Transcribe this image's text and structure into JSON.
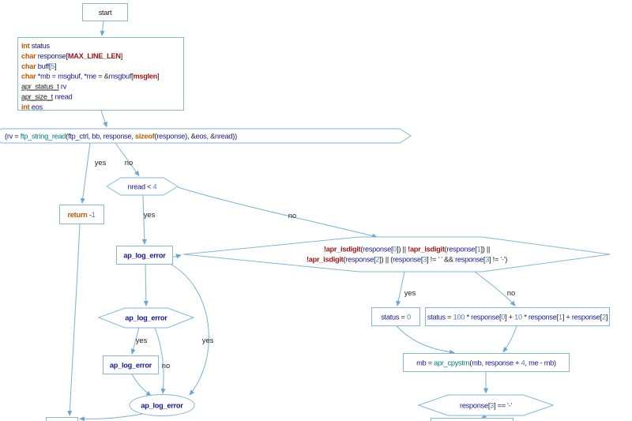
{
  "diagram": {
    "type": "control-flow-graph",
    "colors": {
      "background": "#ffffff",
      "edge": "#7cb0d8",
      "node_border": "#86b6da",
      "keyword": "#c05a00",
      "macro": "#9c1515",
      "variable": "#17178f",
      "function": "#007a7a",
      "number": "#4a7ec2",
      "string": "#a21ca2",
      "plain_text": "#1b1b1b"
    },
    "nodes": {
      "start": {
        "shape": "box",
        "lines": [
          [
            {
              "t": "start",
              "c": "plain"
            }
          ]
        ]
      },
      "declarations": {
        "shape": "box",
        "lines": [
          [
            {
              "t": "int",
              "c": "kw"
            },
            {
              "t": " ",
              "c": "plain"
            },
            {
              "t": "status",
              "c": "var"
            }
          ],
          [
            {
              "t": "char",
              "c": "kw"
            },
            {
              "t": " ",
              "c": "plain"
            },
            {
              "t": "response",
              "c": "var"
            },
            {
              "t": "[",
              "c": "plain"
            },
            {
              "t": "MAX_LINE_LEN",
              "c": "macro"
            },
            {
              "t": "]",
              "c": "plain"
            }
          ],
          [
            {
              "t": "char",
              "c": "kw"
            },
            {
              "t": " ",
              "c": "plain"
            },
            {
              "t": "buff",
              "c": "var"
            },
            {
              "t": "[",
              "c": "plain"
            },
            {
              "t": "5",
              "c": "num"
            },
            {
              "t": "]",
              "c": "plain"
            }
          ],
          [
            {
              "t": "char",
              "c": "kw"
            },
            {
              "t": " *",
              "c": "plain"
            },
            {
              "t": "mb",
              "c": "var"
            },
            {
              "t": " = ",
              "c": "plain"
            },
            {
              "t": "msgbuf",
              "c": "var"
            },
            {
              "t": ", *",
              "c": "plain"
            },
            {
              "t": "me",
              "c": "var"
            },
            {
              "t": " = &",
              "c": "plain"
            },
            {
              "t": "msgbuf",
              "c": "var"
            },
            {
              "t": "[",
              "c": "plain"
            },
            {
              "t": "msglen",
              "c": "macro"
            },
            {
              "t": "]",
              "c": "plain"
            }
          ],
          [
            {
              "t": "apr_status_t",
              "c": "type"
            },
            {
              "t": " ",
              "c": "plain"
            },
            {
              "t": "rv",
              "c": "var"
            }
          ],
          [
            {
              "t": "apr_size_t",
              "c": "type"
            },
            {
              "t": " ",
              "c": "plain"
            },
            {
              "t": "nread",
              "c": "var"
            }
          ],
          [
            {
              "t": "int",
              "c": "kw"
            },
            {
              "t": " ",
              "c": "plain"
            },
            {
              "t": "eos",
              "c": "var"
            }
          ]
        ]
      },
      "read_condition": {
        "shape": "hexagon",
        "lines": [
          [
            {
              "t": "(",
              "c": "plain"
            },
            {
              "t": "rv",
              "c": "var"
            },
            {
              "t": " = ",
              "c": "plain"
            },
            {
              "t": "ftp_string_read",
              "c": "fn"
            },
            {
              "t": "(",
              "c": "plain"
            },
            {
              "t": "ftp_ctrl",
              "c": "var"
            },
            {
              "t": ", ",
              "c": "plain"
            },
            {
              "t": "bb",
              "c": "var"
            },
            {
              "t": ", ",
              "c": "plain"
            },
            {
              "t": "response",
              "c": "var"
            },
            {
              "t": ", ",
              "c": "plain"
            },
            {
              "t": "sizeof",
              "c": "kw"
            },
            {
              "t": "(",
              "c": "plain"
            },
            {
              "t": "response",
              "c": "var"
            },
            {
              "t": "), &",
              "c": "plain"
            },
            {
              "t": "eos",
              "c": "var"
            },
            {
              "t": ", &",
              "c": "plain"
            },
            {
              "t": "nread",
              "c": "var"
            },
            {
              "t": "))",
              "c": "plain"
            }
          ]
        ]
      },
      "nread_check": {
        "shape": "diamond",
        "lines": [
          [
            {
              "t": "nread",
              "c": "var"
            },
            {
              "t": " < ",
              "c": "plain"
            },
            {
              "t": "4",
              "c": "num"
            }
          ]
        ]
      },
      "return_neg1": {
        "shape": "box",
        "lines": [
          [
            {
              "t": "return",
              "c": "kw"
            },
            {
              "t": " -",
              "c": "plain"
            },
            {
              "t": "1",
              "c": "num"
            }
          ]
        ]
      },
      "log_error_1": {
        "shape": "box",
        "lines": [
          [
            {
              "t": "ap_log_error",
              "c": "nodefn"
            }
          ]
        ]
      },
      "digit_check": {
        "shape": "diamond",
        "lines": [
          [
            {
              "t": "!apr_isdigit",
              "c": "macro"
            },
            {
              "t": "(",
              "c": "plain"
            },
            {
              "t": "response",
              "c": "var"
            },
            {
              "t": "[",
              "c": "plain"
            },
            {
              "t": "0",
              "c": "num"
            },
            {
              "t": "]) || ",
              "c": "plain"
            },
            {
              "t": "!apr_isdigit",
              "c": "macro"
            },
            {
              "t": "(",
              "c": "plain"
            },
            {
              "t": "response",
              "c": "var"
            },
            {
              "t": "[",
              "c": "plain"
            },
            {
              "t": "1",
              "c": "num"
            },
            {
              "t": "]) ||",
              "c": "plain"
            }
          ],
          [
            {
              "t": "!apr_isdigit",
              "c": "macro"
            },
            {
              "t": "(",
              "c": "plain"
            },
            {
              "t": "response",
              "c": "var"
            },
            {
              "t": "[",
              "c": "plain"
            },
            {
              "t": "2",
              "c": "num"
            },
            {
              "t": "]) || (",
              "c": "plain"
            },
            {
              "t": "response",
              "c": "var"
            },
            {
              "t": "[",
              "c": "plain"
            },
            {
              "t": "3",
              "c": "num"
            },
            {
              "t": "] != ",
              "c": "plain"
            },
            {
              "t": "' '",
              "c": "str"
            },
            {
              "t": " && ",
              "c": "plain"
            },
            {
              "t": "response",
              "c": "var"
            },
            {
              "t": "[",
              "c": "plain"
            },
            {
              "t": "3",
              "c": "num"
            },
            {
              "t": "] != ",
              "c": "plain"
            },
            {
              "t": "'-'",
              "c": "str"
            },
            {
              "t": ")",
              "c": "plain"
            }
          ]
        ]
      },
      "log_error_2": {
        "shape": "diamond",
        "lines": [
          [
            {
              "t": "ap_log_error",
              "c": "nodefn"
            }
          ]
        ]
      },
      "status_zero": {
        "shape": "box",
        "lines": [
          [
            {
              "t": "status",
              "c": "var"
            },
            {
              "t": " = ",
              "c": "plain"
            },
            {
              "t": "0",
              "c": "num"
            }
          ]
        ]
      },
      "status_calc": {
        "shape": "box",
        "lines": [
          [
            {
              "t": "status",
              "c": "var"
            },
            {
              "t": " = ",
              "c": "plain"
            },
            {
              "t": "100",
              "c": "num"
            },
            {
              "t": " * ",
              "c": "plain"
            },
            {
              "t": "response",
              "c": "var"
            },
            {
              "t": "[",
              "c": "plain"
            },
            {
              "t": "0",
              "c": "num"
            },
            {
              "t": "] + ",
              "c": "plain"
            },
            {
              "t": "10",
              "c": "num"
            },
            {
              "t": " * ",
              "c": "plain"
            },
            {
              "t": "response",
              "c": "var"
            },
            {
              "t": "[",
              "c": "plain"
            },
            {
              "t": "1",
              "c": "num"
            },
            {
              "t": "] + ",
              "c": "plain"
            },
            {
              "t": "response",
              "c": "var"
            },
            {
              "t": "[",
              "c": "plain"
            },
            {
              "t": "2",
              "c": "num"
            },
            {
              "t": "]",
              "c": "plain"
            }
          ]
        ]
      },
      "log_error_3": {
        "shape": "box",
        "lines": [
          [
            {
              "t": "ap_log_error",
              "c": "nodefn"
            }
          ]
        ]
      },
      "cpystrn": {
        "shape": "box",
        "lines": [
          [
            {
              "t": "mb",
              "c": "var"
            },
            {
              "t": " = ",
              "c": "plain"
            },
            {
              "t": "apr_cpystrn",
              "c": "fn"
            },
            {
              "t": "(",
              "c": "plain"
            },
            {
              "t": "mb",
              "c": "var"
            },
            {
              "t": ", ",
              "c": "plain"
            },
            {
              "t": "response",
              "c": "var"
            },
            {
              "t": " + ",
              "c": "plain"
            },
            {
              "t": "4",
              "c": "num"
            },
            {
              "t": ", ",
              "c": "plain"
            },
            {
              "t": "me",
              "c": "var"
            },
            {
              "t": " - ",
              "c": "plain"
            },
            {
              "t": "mb",
              "c": "var"
            },
            {
              "t": ")",
              "c": "plain"
            }
          ]
        ]
      },
      "log_error_4": {
        "shape": "ellipse",
        "lines": [
          [
            {
              "t": "ap_log_error",
              "c": "nodefn"
            }
          ]
        ]
      },
      "dash_check": {
        "shape": "diamond",
        "lines": [
          [
            {
              "t": "response",
              "c": "var"
            },
            {
              "t": "[",
              "c": "plain"
            },
            {
              "t": "3",
              "c": "num"
            },
            {
              "t": "] == ",
              "c": "plain"
            },
            {
              "t": "'-'",
              "c": "str"
            }
          ]
        ]
      }
    },
    "edge_labels": {
      "l1": "yes",
      "l2": "no",
      "l3": "yes",
      "l4": "no",
      "l5": "yes",
      "l6": "no",
      "l7": "yes",
      "l8": "yes",
      "l9": "no"
    }
  }
}
